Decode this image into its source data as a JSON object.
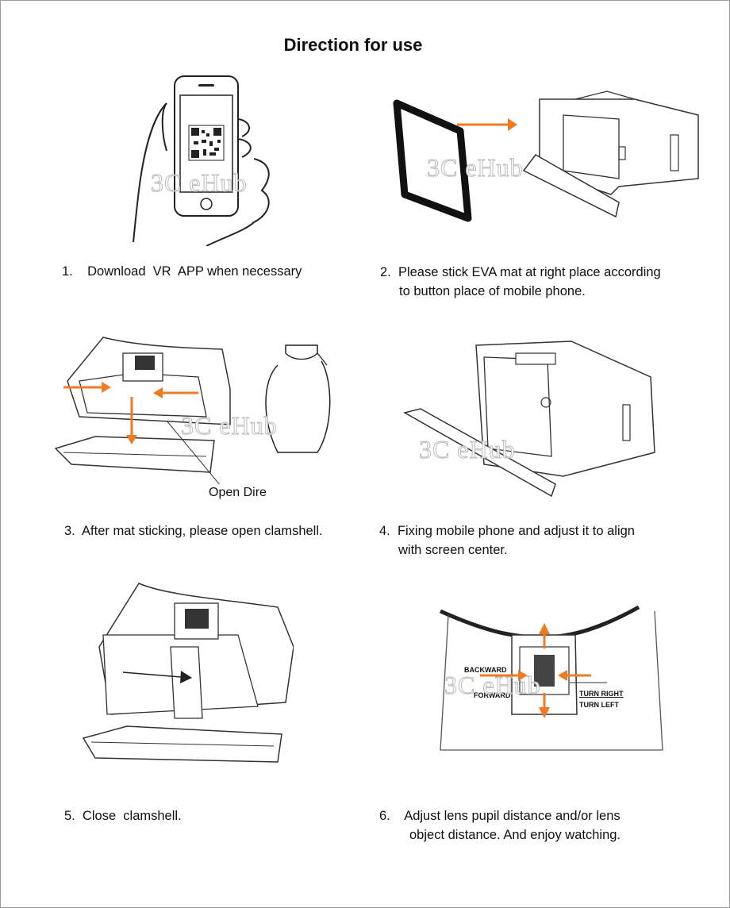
{
  "title": "Direction for use",
  "steps": [
    {
      "num": "1.",
      "text": "Download  VR  APP when necessary",
      "line2": ""
    },
    {
      "num": "2.",
      "text": "Please stick EVA mat at right place according",
      "line2": "to button place of mobile phone."
    },
    {
      "num": "3.",
      "text": "After mat sticking, please open clamshell.",
      "line2": ""
    },
    {
      "num": "4.",
      "text": "Fixing mobile phone and adjust it to align",
      "line2": "with screen center."
    },
    {
      "num": "5.",
      "text": "Close  clamshell.",
      "line2": ""
    },
    {
      "num": "6.",
      "text": "Adjust lens pupil distance and/or lens",
      "line2": "object distance. And enjoy watching."
    }
  ],
  "callouts": {
    "open_dire": "Open Dire",
    "backward": "BACKWARD",
    "forward": "FORWARD",
    "turn_right": "TURN RIGHT",
    "turn_left": "TURN LEFT"
  },
  "watermark": "3C eHub",
  "colors": {
    "arrow": "#f07a22",
    "line": "#222222"
  }
}
